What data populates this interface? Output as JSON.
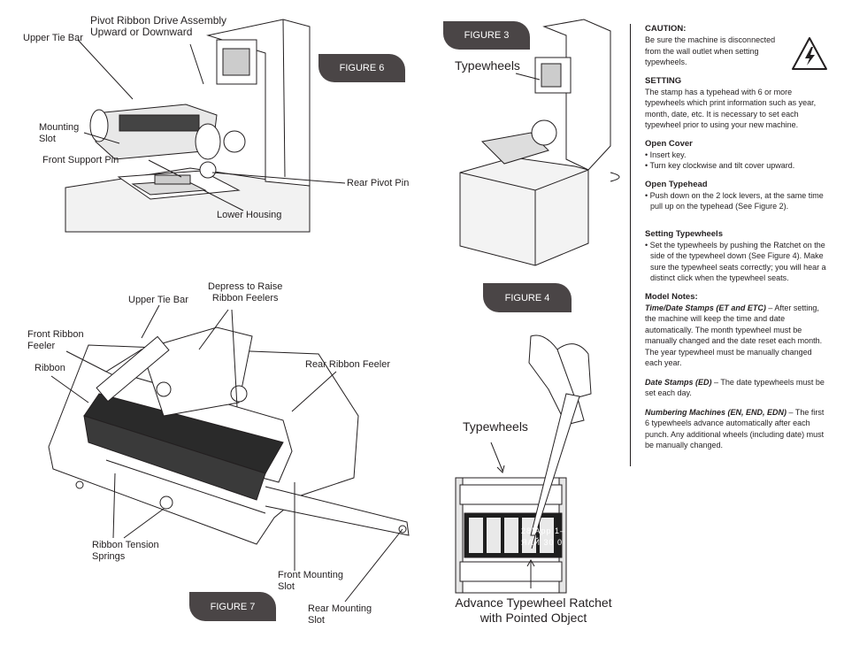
{
  "figures": {
    "fig6": "FIGURE 6",
    "fig3": "FIGURE 3",
    "fig4": "FIGURE 4",
    "fig7": "FIGURE 7"
  },
  "labels": {
    "pivot_ribbon_1": "Pivot Ribbon Drive Assembly",
    "pivot_ribbon_2": "Upward or Downward",
    "upper_tie_bar": "Upper Tie Bar",
    "mounting_slot_1": "Mounting",
    "mounting_slot_2": "Slot",
    "front_support_pin": "Front Support Pin",
    "rear_pivot_pin": "Rear Pivot Pin",
    "lower_housing": "Lower Housing",
    "typewheels_fig3": "Typewheels",
    "upper_tie_bar_fig7": "Upper Tie Bar",
    "depress_1": "Depress to Raise",
    "depress_2": "Ribbon Feelers",
    "front_ribbon_feeler_1": "Front Ribbon",
    "front_ribbon_feeler_2": "Feeler",
    "ribbon": "Ribbon",
    "rear_ribbon_feeler": "Rear Ribbon Feeler",
    "tension_1": "Ribbon Tension",
    "tension_2": "Springs",
    "front_mount_1": "Front Mounting",
    "front_mount_2": "Slot",
    "rear_mount_1": "Rear Mounting",
    "rear_mount_2": "Slot",
    "typewheels_fig4": "Typewheels",
    "advance_1": "Advance Typewheel Ratchet",
    "advance_2": "with Pointed Object",
    "wheel_text": "28!Арр 1– ЯАЙ 30 0"
  },
  "instructions": {
    "caution_title": "CAUTION:",
    "caution_text": "Be sure the machine is disconnected from the wall outlet when setting typewheels.",
    "setting_title": "SETTING",
    "setting_text": "The stamp has a typehead with 6 or more typewheels which print information such as year, month, date, etc.  It is necessary to set each typewheel prior to using your new machine.",
    "open_cover_title": "Open Cover",
    "open_cover_1": "• Insert key.",
    "open_cover_2": "• Turn key clockwise and tilt cover upward.",
    "open_typehead_title": "Open Typehead",
    "open_typehead_1": "• Push down on the 2 lock levers, at the same time pull up on the typehead (See Figure 2).",
    "setting_typewheels_title": "Setting Typewheels",
    "setting_typewheels_1": "• Set the typewheels by pushing the Ratchet on the side of the typewheel down (See Figure 4).  Make sure the typewheel seats correctly; you will hear a distinct click when the typewheel seats.",
    "model_notes_title": "Model Notes:",
    "time_date_title": "Time/Date Stamps (ET and ETC)",
    "time_date_text": " – After setting, the machine will keep the time and date automatically. The month typewheel must be manually changed and the date reset each month. The year typewheel must be manually changed each year.",
    "date_stamps_title": "Date Stamps (ED)",
    "date_stamps_text": " – The date typewheels must be set each day.",
    "numbering_title": "Numbering Machines (EN, END, EDN)",
    "numbering_text": " – The first 6 typewheels advance automatically after each punch.  Any additional wheels (including date) must be manually changed."
  },
  "colors": {
    "pill": "#4a4546",
    "ink": "#231f20"
  },
  "icons": {
    "warning": "high-voltage-warning-icon"
  }
}
